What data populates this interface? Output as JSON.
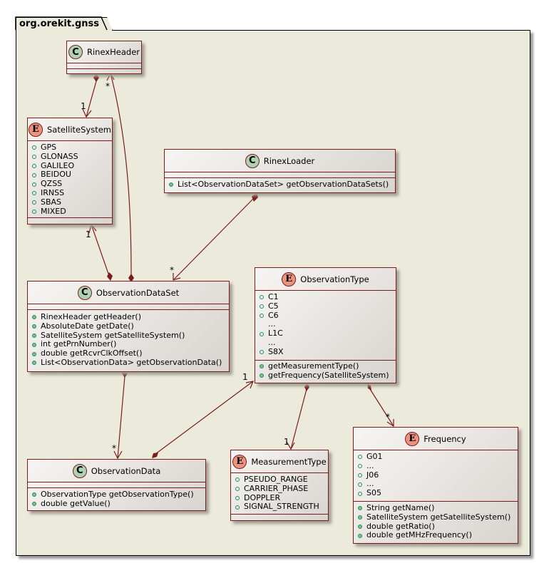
{
  "package": {
    "name": "org.orekit.gnss"
  },
  "colors": {
    "package_bg": "#ECEADA",
    "class_border": "#7A1C1C",
    "class_badge": "#ADD1B2",
    "enum_badge": "#EB937F",
    "arrow": "#7A1C1C",
    "visibility_public": "#1E8F5A"
  },
  "classes": {
    "rinex_header": {
      "kind": "C",
      "name": "RinexHeader",
      "fields": [],
      "methods": []
    },
    "satellite_system": {
      "kind": "E",
      "name": "SatelliteSystem",
      "fields": [
        "GPS",
        "GLONASS",
        "GALILEO",
        "BEIDOU",
        "QZSS",
        "IRNSS",
        "SBAS",
        "MIXED"
      ],
      "methods": []
    },
    "rinex_loader": {
      "kind": "C",
      "name": "RinexLoader",
      "fields": [],
      "methods": [
        "List<ObservationDataSet> getObservationDataSets()"
      ]
    },
    "observation_data_set": {
      "kind": "C",
      "name": "ObservationDataSet",
      "fields": [],
      "methods": [
        "RinexHeader getHeader()",
        "AbsoluteDate getDate()",
        "SatelliteSystem getSatelliteSystem()",
        "int getPrnNumber()",
        "double getRcvrClkOffset()",
        "List<ObservationData> getObservationData()"
      ]
    },
    "observation_type": {
      "kind": "E",
      "name": "ObservationType",
      "fields": [
        "C1",
        "C5",
        "C6",
        "...",
        "L1C",
        "...",
        "S8X"
      ],
      "field_has_dot": [
        true,
        true,
        true,
        false,
        true,
        false,
        true
      ],
      "methods": [
        "getMeasurementType()",
        "getFrequency(SatelliteSystem)"
      ]
    },
    "observation_data": {
      "kind": "C",
      "name": "ObservationData",
      "fields": [],
      "methods": [
        "ObservationType getObservationType()",
        "double getValue()"
      ]
    },
    "measurement_type": {
      "kind": "E",
      "name": "MeasurementType",
      "fields": [
        "PSEUDO_RANGE",
        "CARRIER_PHASE",
        "DOPPLER",
        "SIGNAL_STRENGTH"
      ],
      "methods": []
    },
    "frequency": {
      "kind": "E",
      "name": "Frequency",
      "fields": [
        "G01",
        "...",
        "J06",
        "...",
        "S05"
      ],
      "methods": [
        "String getName()",
        "SatelliteSystem getSatelliteSystem()",
        "double getRatio()",
        "double getMHzFrequency()"
      ]
    }
  },
  "relations": [
    {
      "from": "RinexHeader",
      "to": "SatelliteSystem",
      "type": "composition",
      "multiplicity": "1"
    },
    {
      "from": "ObservationDataSet",
      "to": "RinexHeader",
      "type": "composition",
      "multiplicity": "*"
    },
    {
      "from": "ObservationDataSet",
      "to": "SatelliteSystem",
      "type": "composition",
      "multiplicity": "1"
    },
    {
      "from": "RinexLoader",
      "to": "ObservationDataSet",
      "type": "composition",
      "multiplicity": "*"
    },
    {
      "from": "ObservationDataSet",
      "to": "ObservationData",
      "type": "composition",
      "multiplicity": "*"
    },
    {
      "from": "ObservationData",
      "to": "ObservationType",
      "type": "composition",
      "multiplicity": "1"
    },
    {
      "from": "ObservationType",
      "to": "MeasurementType",
      "type": "composition",
      "multiplicity": "1"
    },
    {
      "from": "ObservationType",
      "to": "Frequency",
      "type": "composition",
      "multiplicity": "*"
    }
  ]
}
